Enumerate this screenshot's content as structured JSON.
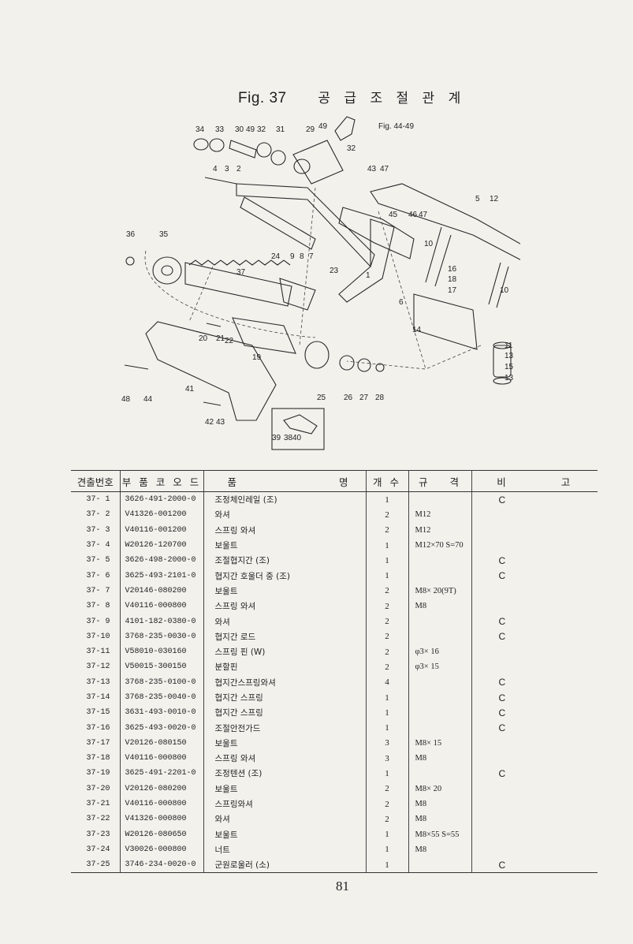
{
  "figure": {
    "number": "Fig. 37",
    "title": "공 급 조 절 관 계",
    "reference": "Fig. 44-49",
    "callouts": [
      "34",
      "33",
      "30",
      "49",
      "32",
      "31",
      "29",
      "49",
      "32",
      "4",
      "3",
      "2",
      "43",
      "47",
      "5",
      "12",
      "45",
      "46",
      "47",
      "36",
      "35",
      "10",
      "24",
      "9",
      "8",
      "7",
      "37",
      "23",
      "1",
      "16",
      "18",
      "17",
      "10",
      "6",
      "14",
      "11",
      "13",
      "15",
      "13",
      "20",
      "21",
      "22",
      "19",
      "48",
      "44",
      "41",
      "25",
      "26",
      "27",
      "28",
      "42",
      "43",
      "39",
      "38",
      "40"
    ]
  },
  "table": {
    "headers": [
      "견출번호",
      "부 품 코 오 드",
      "품 명",
      "개 수",
      "규 격",
      "비 고"
    ],
    "rows": [
      {
        "no": "37- 1",
        "code": "3626-491-2000-0",
        "name": "조정체인레일 (조)",
        "qty": "1",
        "spec": "",
        "remark": "C"
      },
      {
        "no": "37- 2",
        "code": "V41326-001200",
        "name": "와셔",
        "qty": "2",
        "spec": "M12",
        "remark": ""
      },
      {
        "no": "37- 3",
        "code": "V40116-001200",
        "name": "스프링 와셔",
        "qty": "2",
        "spec": "M12",
        "remark": ""
      },
      {
        "no": "37- 4",
        "code": "W20126-120700",
        "name": "보울트",
        "qty": "1",
        "spec": "M12×70 S=70",
        "remark": ""
      },
      {
        "no": "37- 5",
        "code": "3626-498-2000-0",
        "name": "조절협지간 (조)",
        "qty": "1",
        "spec": "",
        "remark": "C"
      },
      {
        "no": "37- 6",
        "code": "3625-493-2101-0",
        "name": "협지간 호울더 중 (조)",
        "qty": "1",
        "spec": "",
        "remark": "C"
      },
      {
        "no": "37- 7",
        "code": "V20146-080200",
        "name": "보울트",
        "qty": "2",
        "spec": "M8× 20(9T)",
        "remark": ""
      },
      {
        "no": "37- 8",
        "code": "V40116-000800",
        "name": "스프링 와셔",
        "qty": "2",
        "spec": "M8",
        "remark": ""
      },
      {
        "no": "37- 9",
        "code": "4101-182-0380-0",
        "name": "와셔",
        "qty": "2",
        "spec": "",
        "remark": "C"
      },
      {
        "no": "37-10",
        "code": "3768-235-0030-0",
        "name": "협지간 로드",
        "qty": "2",
        "spec": "",
        "remark": "C"
      },
      {
        "no": "37-11",
        "code": "V58010-030160",
        "name": "스프링 핀 (W)",
        "qty": "2",
        "spec": "φ3× 16",
        "remark": ""
      },
      {
        "no": "37-12",
        "code": "V50015-300150",
        "name": "분할핀",
        "qty": "2",
        "spec": "φ3× 15",
        "remark": ""
      },
      {
        "no": "37-13",
        "code": "3768-235-0100-0",
        "name": "협지간스프링와셔",
        "qty": "4",
        "spec": "",
        "remark": "C"
      },
      {
        "no": "37-14",
        "code": "3768-235-0040-0",
        "name": "협지간 스프링",
        "qty": "1",
        "spec": "",
        "remark": "C"
      },
      {
        "no": "37-15",
        "code": "3631-493-0010-0",
        "name": "협지간 스프링",
        "qty": "1",
        "spec": "",
        "remark": "C"
      },
      {
        "no": "37-16",
        "code": "3625-493-0020-0",
        "name": "조절안전가드",
        "qty": "1",
        "spec": "",
        "remark": "C"
      },
      {
        "no": "37-17",
        "code": "V20126-080150",
        "name": "보울트",
        "qty": "3",
        "spec": "M8× 15",
        "remark": ""
      },
      {
        "no": "37-18",
        "code": "V40116-000800",
        "name": "스프링 와셔",
        "qty": "3",
        "spec": "M8",
        "remark": ""
      },
      {
        "no": "37-19",
        "code": "3625-491-2201-0",
        "name": "조정텐션 (조)",
        "qty": "1",
        "spec": "",
        "remark": "C"
      },
      {
        "no": "37-20",
        "code": "V20126-080200",
        "name": "보울트",
        "qty": "2",
        "spec": "M8× 20",
        "remark": ""
      },
      {
        "no": "37-21",
        "code": "V40116-000800",
        "name": "스프링와셔",
        "qty": "2",
        "spec": "M8",
        "remark": ""
      },
      {
        "no": "37-22",
        "code": "V41326-000800",
        "name": "와셔",
        "qty": "2",
        "spec": "M8",
        "remark": ""
      },
      {
        "no": "37-23",
        "code": "W20126-080650",
        "name": "보울트",
        "qty": "1",
        "spec": "M8×55 S=55",
        "remark": ""
      },
      {
        "no": "37-24",
        "code": "V30026-000800",
        "name": "너트",
        "qty": "1",
        "spec": "M8",
        "remark": ""
      },
      {
        "no": "37-25",
        "code": "3746-234-0020-0",
        "name": "군원로울러 (소)",
        "qty": "1",
        "spec": "",
        "remark": "C"
      }
    ]
  },
  "page_number": "81"
}
